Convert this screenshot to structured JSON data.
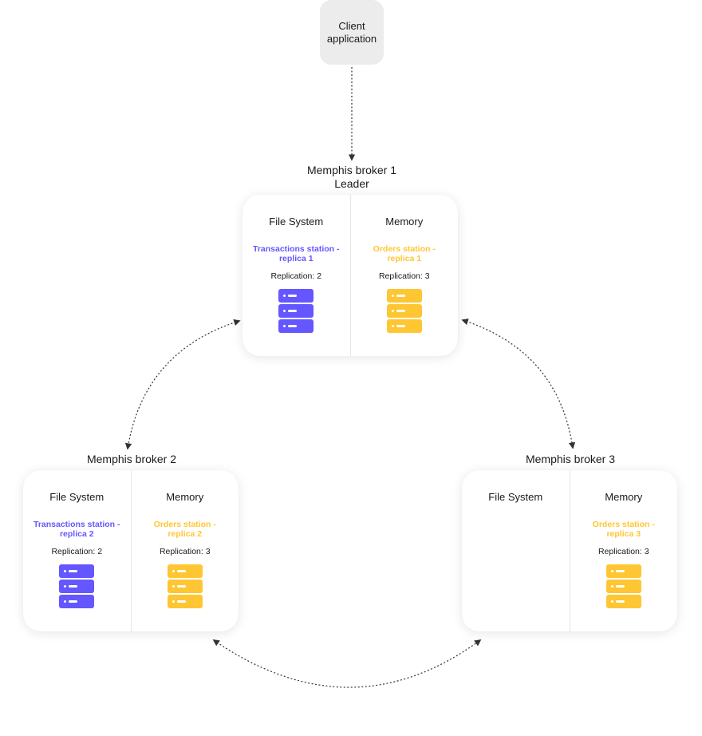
{
  "colors": {
    "purple": "#6557ff",
    "yellow": "#ffc633",
    "arrow": "#333333"
  },
  "client": {
    "label": "Client\napplication"
  },
  "brokers": [
    {
      "title": "Memphis broker 1",
      "subtitle": "Leader",
      "file_system": {
        "heading": "File System",
        "station_line1": "Transactions station -",
        "station_line2": "replica 1",
        "replication": "Replication: 2",
        "icon": "server-icon"
      },
      "memory": {
        "heading": "Memory",
        "station_line1": "Orders station -",
        "station_line2": "replica 1",
        "replication": "Replication: 3",
        "icon": "server-icon"
      }
    },
    {
      "title": "Memphis broker 2",
      "file_system": {
        "heading": "File System",
        "station_line1": "Transactions station -",
        "station_line2": "replica 2",
        "replication": "Replication: 2",
        "icon": "server-icon"
      },
      "memory": {
        "heading": "Memory",
        "station_line1": "Orders station -",
        "station_line2": "replica 2",
        "replication": "Replication: 3",
        "icon": "server-icon"
      }
    },
    {
      "title": "Memphis broker 3",
      "file_system": {
        "heading": "File System"
      },
      "memory": {
        "heading": "Memory",
        "station_line1": "Orders station -",
        "station_line2": "replica 3",
        "replication": "Replication: 3",
        "icon": "server-icon"
      }
    }
  ]
}
